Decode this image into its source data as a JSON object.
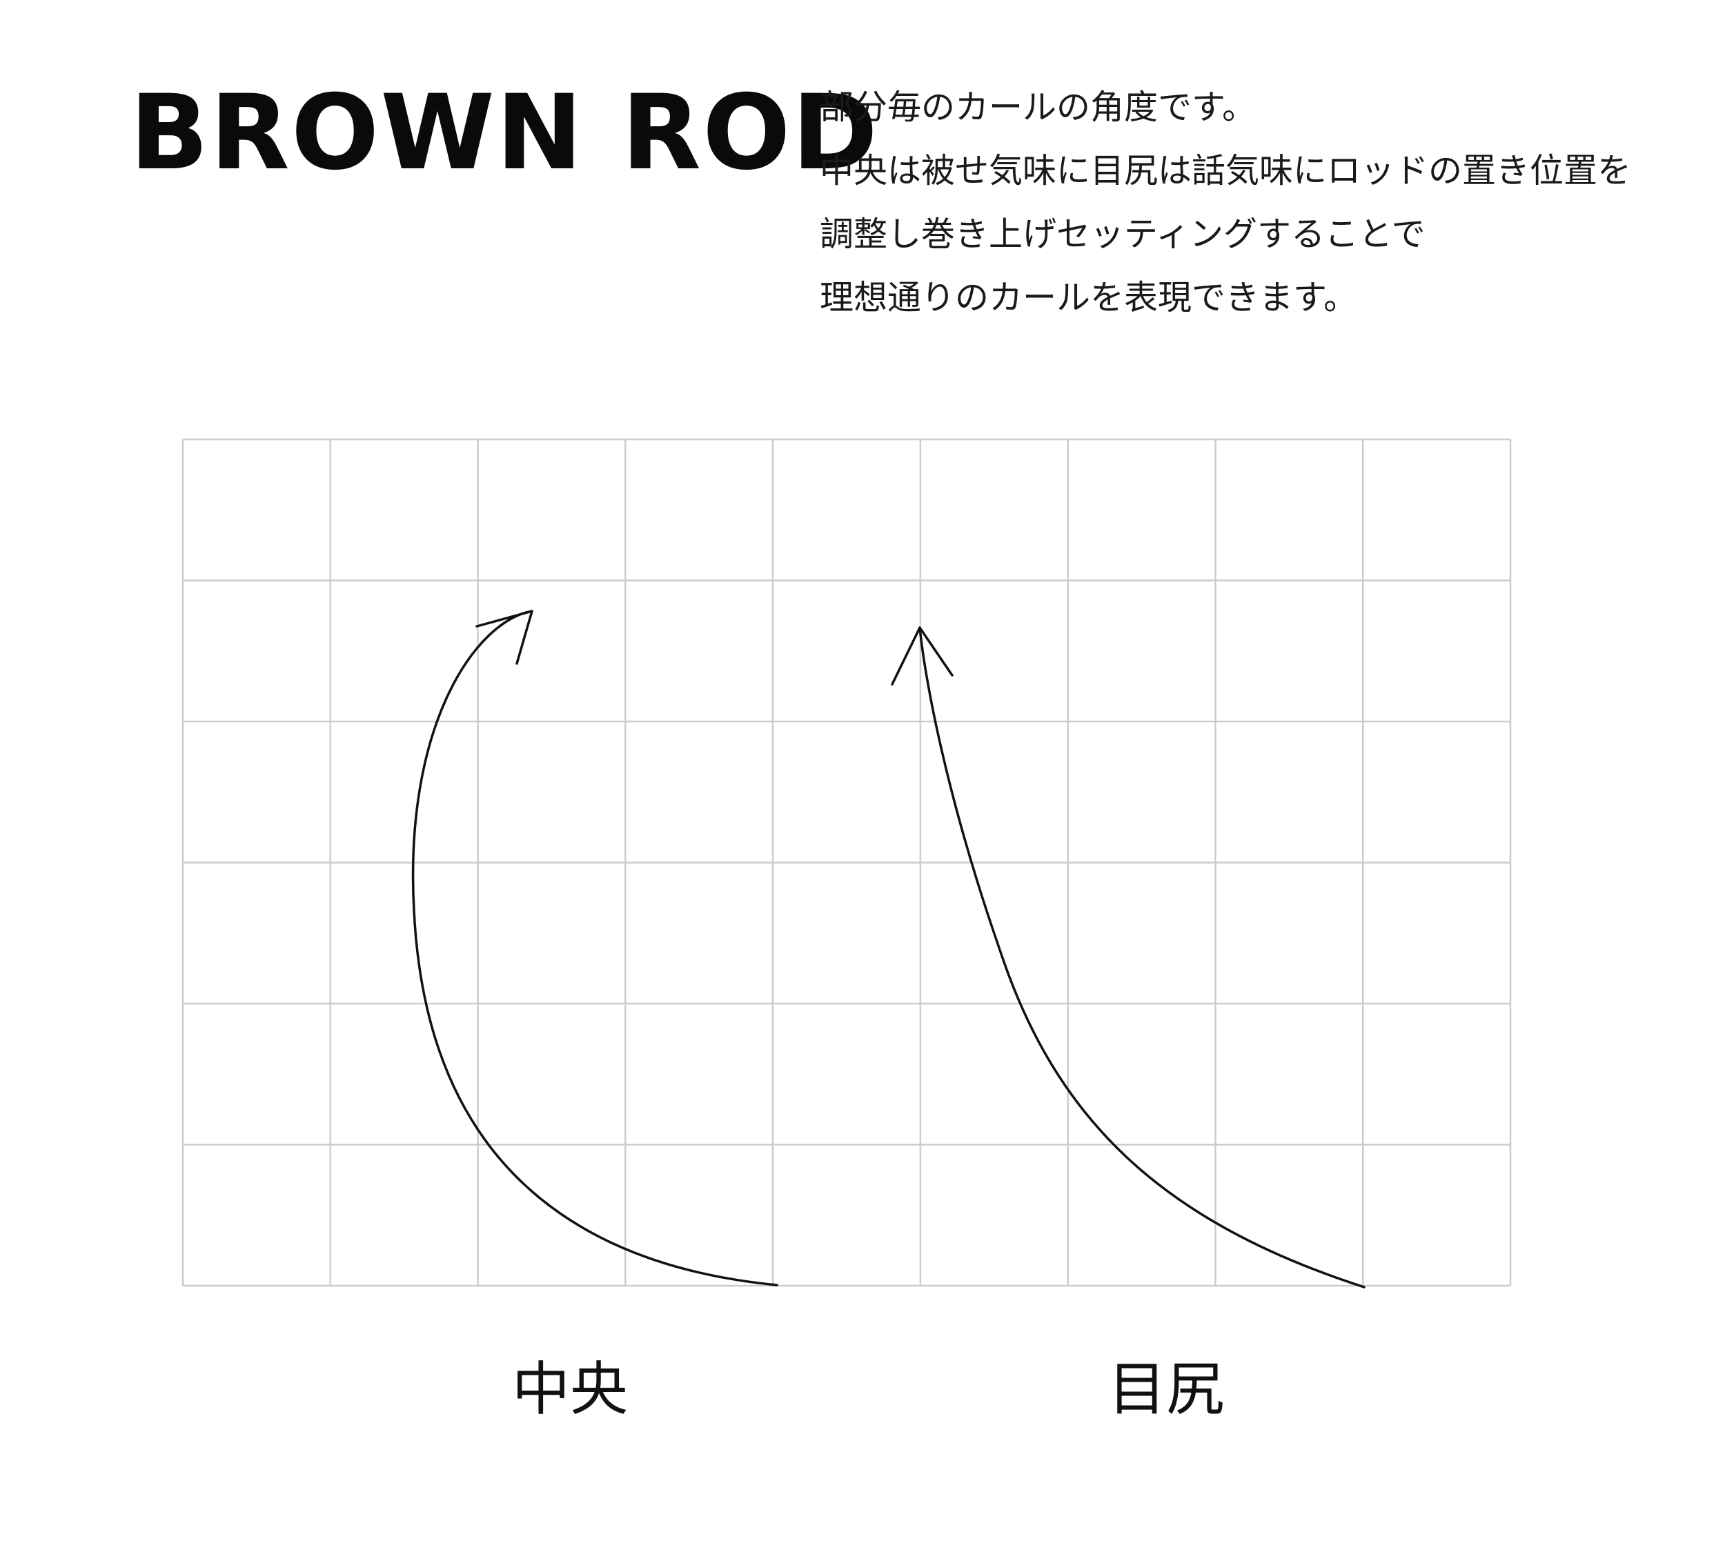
{
  "title": "BROWN ROD",
  "description": [
    "部分毎のカールの角度です。",
    "中央は被せ気味に目尻は話気味にロッドの置き位置を",
    "調整し巻き上げセッティングすることで",
    "理想通りのカールを表現できます。"
  ],
  "grid": {
    "columns": 9,
    "rows": 6,
    "line_color": "#cccccc"
  },
  "curves": [
    {
      "id": "center",
      "label": "中央",
      "color": "#111111"
    },
    {
      "id": "outer",
      "label": "目尻",
      "color": "#111111"
    }
  ]
}
